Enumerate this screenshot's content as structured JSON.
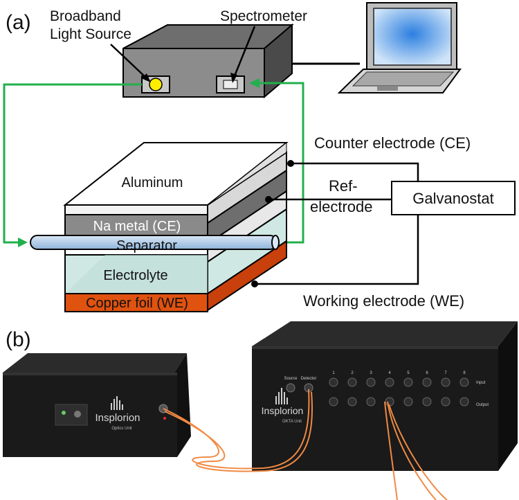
{
  "panel_a": {
    "label": "(a)",
    "light_source_label_line1": "Broadband",
    "light_source_label_line2": "Light Source",
    "spectrometer_label": "Spectrometer",
    "counter_electrode_label": "Counter electrode (CE)",
    "ref_label_line1": "Ref-",
    "ref_label_line2": "electrode",
    "galvanostat_label": "Galvanostat",
    "working_electrode_label": "Working electrode (WE)",
    "layers": {
      "aluminum": "Aluminum",
      "na_metal": "Na metal (CE)",
      "separator": "Separator",
      "electrolyte": "Electrolyte",
      "copper": "Copper foil (WE)"
    },
    "colors": {
      "fiber": "#21b04b",
      "copper": "#e0520f",
      "na_metal": "#8a8a8a",
      "electrolyte": "#cfe8e4",
      "led": "#ffee00"
    }
  },
  "panel_b": {
    "label": "(b)",
    "unit1_brand": "Insplorion",
    "unit1_model": "Optics Unit",
    "unit2_brand": "Insplorion",
    "unit2_model": "OKTA Unit",
    "unit2_source": "Source",
    "unit2_detector": "Detector",
    "unit2_input": "Input",
    "unit2_output": "Output",
    "channel_numbers": [
      "1",
      "2",
      "3",
      "4",
      "5",
      "6",
      "7",
      "8"
    ]
  }
}
